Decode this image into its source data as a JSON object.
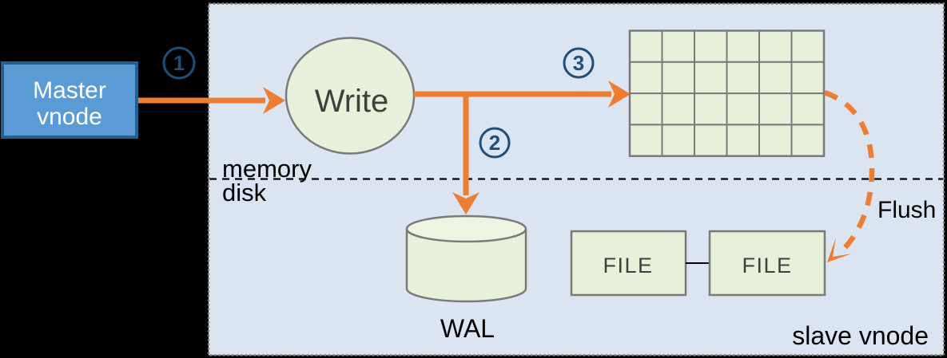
{
  "diagram": {
    "master_vnode": {
      "line1": "Master",
      "line2": "vnode"
    },
    "write_node": {
      "label": "Write"
    },
    "steps": {
      "s1": "1",
      "s2": "2",
      "s3": "3"
    },
    "labels": {
      "memory": "memory",
      "disk": "disk",
      "wal": "WAL",
      "flush": "Flush",
      "slave_vnode": "slave vnode"
    },
    "files": {
      "left": "FILE",
      "right": "FILE"
    },
    "grid": {
      "rows": 4,
      "cols": 6
    },
    "colors": {
      "background": "#000000",
      "panel_bg": "#dbe5f1",
      "panel_border": "#808080",
      "accent_orange": "#ed7d31",
      "step_blue": "#1f4e79",
      "node_green": "#e7f0da",
      "node_green_light": "#eef4e3",
      "shape_stroke": "#7a7a7a",
      "master_fill": "#5b9bd5",
      "master_border": "#20618f",
      "text_dark": "#3f3f3f",
      "text_black": "#000000"
    }
  }
}
